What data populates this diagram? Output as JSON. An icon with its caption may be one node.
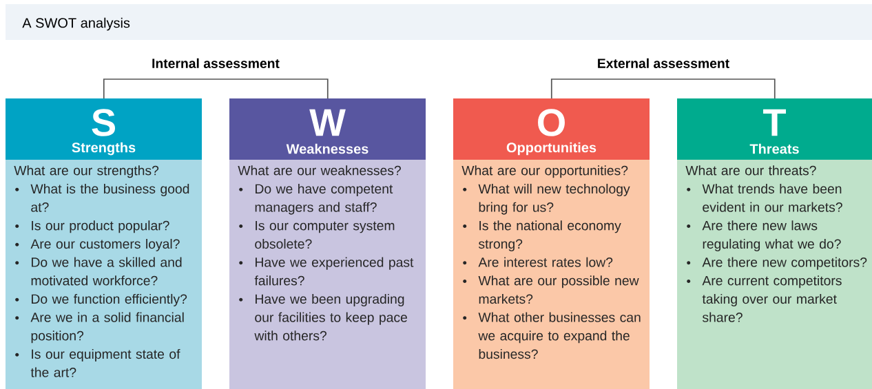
{
  "diagram": {
    "title": "A SWOT analysis",
    "nodes": [
      {
        "text": [
          "Internal assessment"
        ]
      },
      {
        "text": [
          "External assessment"
        ]
      },
      {
        "text": [
          "S",
          "Strengths",
          "What are our strengths?",
          "What is the business good at?",
          "Is our product popular?",
          "Are our customers loyal?",
          "Do we have a skilled and motivated workforce?",
          "Do we function efficiently?",
          "Are we in a solid financial position?",
          "Is our equipment state of the art?"
        ]
      },
      {
        "text": [
          "W",
          "Weaknesses",
          "What are our weaknesses?",
          "Do we have competent managers and staff?",
          "Is our computer system obsolete?",
          "Have we experienced past failures?",
          "Have we been upgrading our facilities to keep pace with others?"
        ]
      },
      {
        "text": [
          "O",
          "Opportunities",
          "What are our opportunities?",
          "What will new technology bring for us?",
          "Is the national economy strong?",
          "Are interest rates low?",
          "What are our possible new markets?",
          "What other businesses can we acquire to expand the business?"
        ]
      },
      {
        "text": [
          "T",
          "Threats",
          "What are our threats?",
          "What trends have been evident in our markets?",
          "Are there new laws regulating what we do?",
          "Are there new competitors?",
          "Are current competitors taking over our market share?"
        ]
      }
    ],
    "edges": [
      {
        "from": 0,
        "to": 2,
        "arrow": "none"
      },
      {
        "from": 0,
        "to": 3,
        "arrow": "none"
      },
      {
        "from": 1,
        "to": 4,
        "arrow": "none"
      },
      {
        "from": 1,
        "to": 5,
        "arrow": "none"
      }
    ]
  }
}
